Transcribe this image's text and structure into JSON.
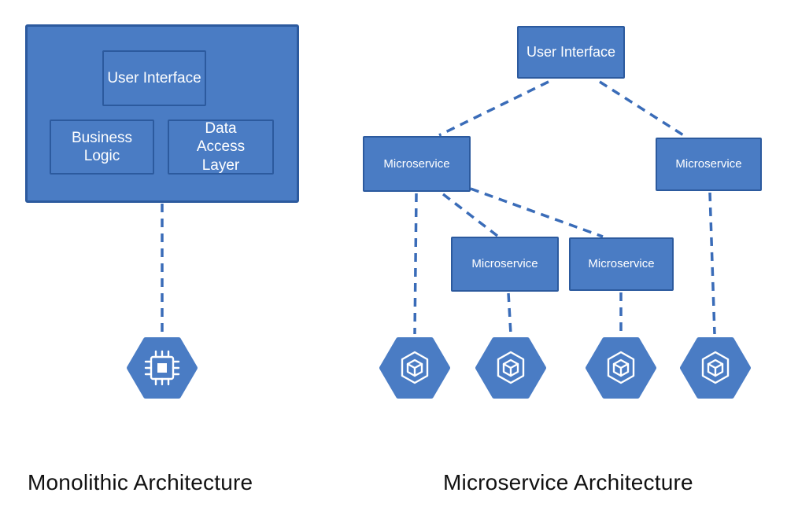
{
  "colors": {
    "box_fill": "#4a7cc4",
    "box_border": "#2c5a9e",
    "connector": "#3a6cb8",
    "box_text": "#ffffff",
    "title_text": "#111111",
    "background": "#ffffff"
  },
  "monolith": {
    "title": "Monolithic Architecture",
    "boxes": {
      "user_interface": "User Interface",
      "business_logic": "Business Logic",
      "data_access": "Data Access Layer"
    }
  },
  "microservice": {
    "title": "Microservice Architecture",
    "user_interface": "User Interface",
    "nodes": [
      {
        "label": "Microservice"
      },
      {
        "label": "Microservice"
      },
      {
        "label": "Microservice"
      },
      {
        "label": "Microservice"
      }
    ]
  }
}
